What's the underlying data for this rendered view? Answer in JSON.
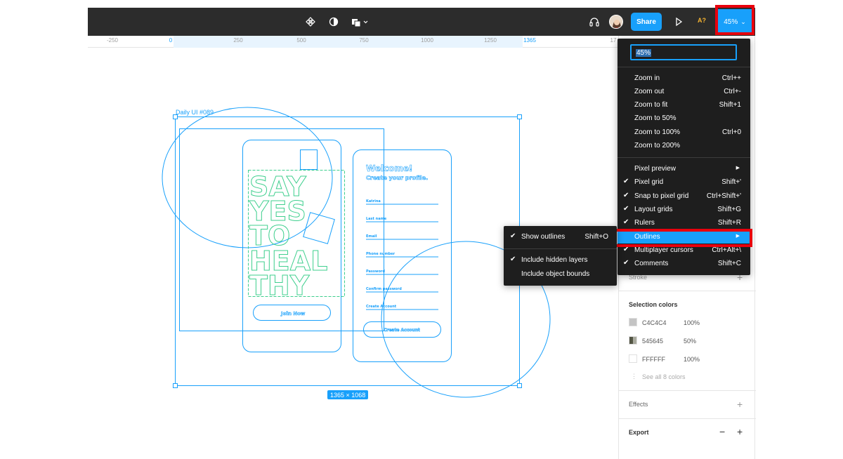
{
  "toolbar": {
    "icons": [
      "component-icon",
      "contrast-icon",
      "layers-icon",
      "headphones-icon",
      "play-icon"
    ],
    "share_label": "Share",
    "font_warning": "A?",
    "zoom_label": "45%",
    "zoom_chevron": "⌄"
  },
  "ruler": {
    "ticks": [
      "-250",
      "0",
      "250",
      "500",
      "750",
      "1000",
      "1250",
      "1365",
      "17"
    ]
  },
  "canvas": {
    "frame_label": "Daily UI #089",
    "size_badge": "1365 × 1068",
    "design": {
      "headline_lines": [
        "SAY",
        "YES",
        "TO",
        "HEAL",
        "THY"
      ],
      "join_button": "Join Now",
      "welcome_title": "Welcome!",
      "welcome_subtitle": "Create your profile.",
      "fields": [
        "Katrina",
        "Last name",
        "Email",
        "Phone number",
        "Password",
        "Confirm password",
        "Create Account"
      ],
      "create_button": "Create Account"
    }
  },
  "zoom_menu": {
    "input_value": "45%",
    "zoom_items": [
      {
        "label": "Zoom in",
        "shortcut": "Ctrl++"
      },
      {
        "label": "Zoom out",
        "shortcut": "Ctrl+-"
      },
      {
        "label": "Zoom to fit",
        "shortcut": "Shift+1"
      },
      {
        "label": "Zoom to 50%",
        "shortcut": ""
      },
      {
        "label": "Zoom to 100%",
        "shortcut": "Ctrl+0"
      },
      {
        "label": "Zoom to 200%",
        "shortcut": ""
      }
    ],
    "view_items": [
      {
        "label": "Pixel preview",
        "shortcut": "",
        "checked": false,
        "submenu": true
      },
      {
        "label": "Pixel grid",
        "shortcut": "Shift+'",
        "checked": true
      },
      {
        "label": "Snap to pixel grid",
        "shortcut": "Ctrl+Shift+'",
        "checked": true
      },
      {
        "label": "Layout grids",
        "shortcut": "Shift+G",
        "checked": true
      },
      {
        "label": "Rulers",
        "shortcut": "Shift+R",
        "checked": true
      },
      {
        "label": "Outlines",
        "shortcut": "",
        "checked": false,
        "submenu": true,
        "active": true
      },
      {
        "label": "Multiplayer cursors",
        "shortcut": "Ctrl+Alt+\\",
        "checked": true
      },
      {
        "label": "Comments",
        "shortcut": "Shift+C",
        "checked": true
      }
    ]
  },
  "outlines_submenu": {
    "items": [
      {
        "label": "Show outlines",
        "shortcut": "Shift+O",
        "checked": true
      },
      {
        "label": "Include hidden layers",
        "shortcut": "",
        "checked": true
      },
      {
        "label": "Include object bounds",
        "shortcut": "",
        "checked": false
      }
    ]
  },
  "panel": {
    "stroke_title": "Stroke",
    "selection_colors_title": "Selection colors",
    "colors": [
      {
        "hex": "C4C4C4",
        "opacity": "100%",
        "swatch": "#c4c4c4"
      },
      {
        "hex": "545645",
        "opacity": "50%",
        "swatch": "#545645"
      },
      {
        "hex": "FFFFFF",
        "opacity": "100%",
        "swatch": "#ffffff"
      }
    ],
    "see_all": "See all 8 colors",
    "effects_title": "Effects",
    "export_title": "Export"
  },
  "colors": {
    "accent": "#18a0fb",
    "highlight_red": "#e8000d",
    "outline_green": "#3fcf8e",
    "toolbar_bg": "#2c2c2c",
    "menu_bg": "#1e1e1e"
  }
}
